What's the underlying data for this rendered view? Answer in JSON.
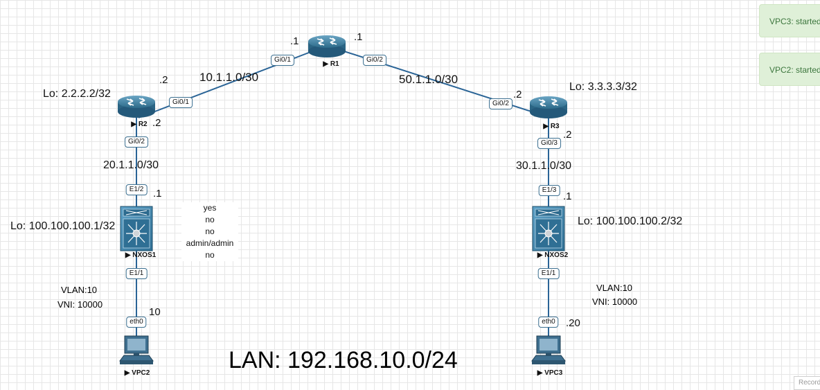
{
  "notifications": [
    {
      "text": "VPC3: started"
    },
    {
      "text": "VPC2: started"
    }
  ],
  "recorder_label": "Record",
  "nodes": {
    "r1": {
      "name": "R1"
    },
    "r2": {
      "name": "R2",
      "loopback": "Lo: 2.2.2.2/32"
    },
    "r3": {
      "name": "R3",
      "loopback": "Lo: 3.3.3.3/32"
    },
    "nxos1": {
      "name": "NXOS1",
      "loopback": "Lo: 100.100.100.1/32"
    },
    "nxos2": {
      "name": "NXOS2",
      "loopback": "Lo: 100.100.100.2/32"
    },
    "vpc2": {
      "name": "VPC2"
    },
    "vpc3": {
      "name": "VPC3"
    }
  },
  "links": [
    {
      "subnet": "10.1.1.0/30",
      "a_port": "Gi0/1",
      "a_ip": ".2",
      "b_port": "Gi0/1",
      "b_ip": ".1"
    },
    {
      "subnet": "50.1.1.0/30",
      "a_port": "Gi0/2",
      "a_ip": ".1",
      "b_port": "Gi0/2",
      "b_ip": ".2"
    },
    {
      "subnet": "20.1.1.0/30",
      "a_port": "Gi0/2",
      "a_ip": ".2",
      "b_port": "E1/2",
      "b_ip": ".1"
    },
    {
      "subnet": "30.1.1.0/30",
      "a_port": "Gi0/3",
      "a_ip": ".2",
      "b_port": "E1/3",
      "b_ip": ".1"
    },
    {
      "a_port": "E1/1",
      "b_port": "eth0",
      "b_ip": "10"
    },
    {
      "a_port": "E1/1",
      "b_port": "eth0",
      "b_ip": ".20"
    }
  ],
  "vlan_left": {
    "vlan": "VLAN:10",
    "vni": "VNI: 10000"
  },
  "vlan_right": {
    "vlan": "VLAN:10",
    "vni": "VNI: 10000"
  },
  "config_note": [
    "yes",
    "no",
    "no",
    "admin/admin",
    "no"
  ],
  "lan_label": "LAN: 192.168.10.0/24",
  "colors": {
    "link": "#2a6496",
    "router": "#2e6b88",
    "switch": "#3a7fa8",
    "toast_bg": "#dff0d8",
    "toast_text": "#3c763d"
  }
}
